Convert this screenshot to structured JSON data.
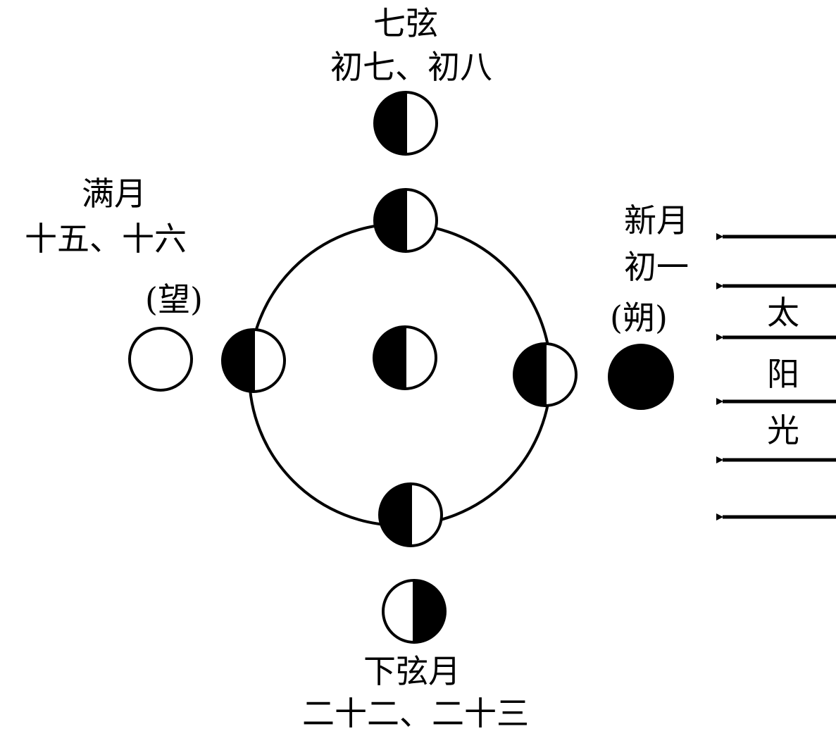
{
  "labels": {
    "first_quarter_title": "七弦",
    "first_quarter_days": "初七、初八",
    "full_moon_title": "满月",
    "full_moon_days": "十五、十六",
    "full_moon_alt": "(望)",
    "new_moon_title": "新月",
    "new_moon_days": "初一",
    "new_moon_alt": "(朔)",
    "sunlight_1": "太",
    "sunlight_2": "阳",
    "sunlight_3": "光",
    "last_quarter_title": "下弦月",
    "last_quarter_days": "二十二、二十三"
  },
  "colors": {
    "ink": "#000000",
    "paper": "#ffffff"
  },
  "moons": {
    "first_quarter_outer": "half-left-dark",
    "orbit_top": "half-left-dark",
    "orbit_left": "half-left-dark",
    "orbit_right": "half-left-dark",
    "orbit_bottom": "half-left-dark",
    "earth_center": "half-left-dark",
    "full_moon_outer": "all-light",
    "new_moon_outer": "all-dark",
    "last_quarter_outer": "half-right-dark"
  },
  "sun_arrow_count": 6
}
